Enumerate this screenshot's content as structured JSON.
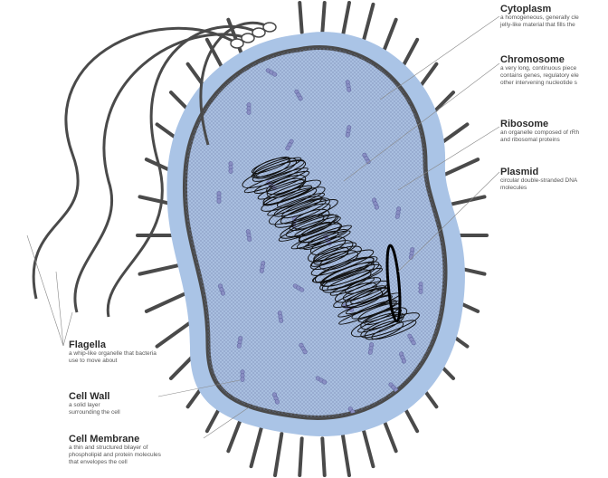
{
  "labels": {
    "cytoplasm": {
      "title": "Cytoplasm",
      "desc": "a homogeneous, generally cle\njelly-like material that fills the"
    },
    "chromosome": {
      "title": "Chromosome",
      "desc": "a very long, continuous piece\ncontains genes, regulatory ele\nother intervening nucleotide s"
    },
    "ribosome": {
      "title": "Ribosome",
      "desc": "an organelle composed of rRh\nand ribosomal proteins"
    },
    "plasmid": {
      "title": "Plasmid",
      "desc": "circular double-stranded DNA\nmolecules"
    },
    "flagella": {
      "title": "Flagella",
      "desc": "a whip-like organelle that bacteria\nuse to move about"
    },
    "cell_wall": {
      "title": "Cell Wall",
      "desc": "a solid layer\nsurrounding the cell"
    },
    "cell_membrane": {
      "title": "Cell Membrane",
      "desc": "a thin and structured bilayer of\nphospholipid and protein molecules\nthat envelopes the cell"
    }
  },
  "colors": {
    "membrane": "#aac4e6",
    "cytoplasm": "#a9bfe0",
    "wall": "#4a4a4a",
    "ribosome": "#8a8fc4"
  }
}
